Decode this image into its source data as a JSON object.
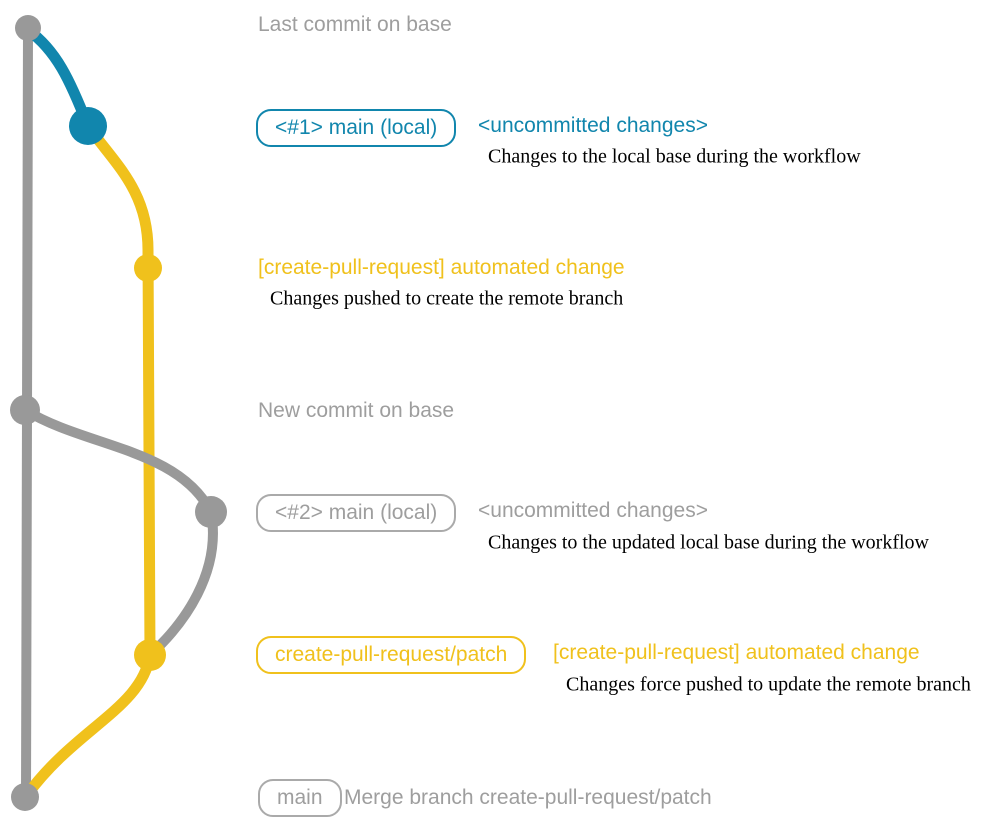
{
  "colors": {
    "blue": "#1186ad",
    "yellow": "#f0c11c",
    "gray": "#999999",
    "gray_text": "#9e9e9e",
    "gray_border": "#aaaaaa",
    "black": "#000000"
  },
  "graph": {
    "branches": [
      {
        "name": "base",
        "color": "#999999"
      },
      {
        "name": "main (local)",
        "color": "#1186ad"
      },
      {
        "name": "create-pull-request/patch",
        "color": "#f0c11c"
      }
    ],
    "commits": [
      "last-commit-on-base",
      "main-local-1-uncommitted",
      "automated-change-1",
      "new-commit-on-base",
      "main-local-2-uncommitted",
      "automated-change-2",
      "merge-commit"
    ]
  },
  "rows": {
    "r1": {
      "caption": "Last commit on base"
    },
    "r2": {
      "badge": "<#1> main (local)",
      "note": "<uncommitted changes>",
      "detail": "Changes to the local base during the workflow"
    },
    "r3": {
      "message": "[create-pull-request] automated change",
      "detail": "Changes pushed to create the remote branch"
    },
    "r4": {
      "caption": "New commit on base"
    },
    "r5": {
      "badge": "<#2> main (local)",
      "note": "<uncommitted changes>",
      "detail": "Changes to the updated local base during the workflow"
    },
    "r6": {
      "badge": "create-pull-request/patch",
      "message": "[create-pull-request] automated change",
      "detail": "Changes force pushed to update the remote branch"
    },
    "r7": {
      "badge": "main",
      "caption": "Merge branch create-pull-request/patch"
    }
  }
}
